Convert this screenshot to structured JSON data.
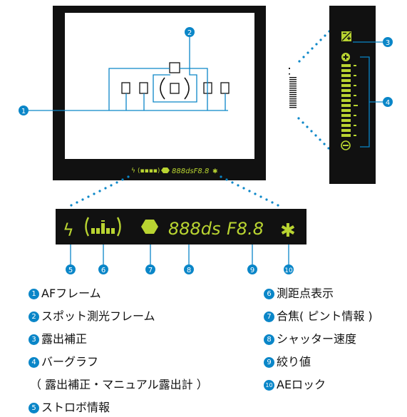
{
  "colors": {
    "callout": "#0a86c8",
    "lcd_green": "#b9d431",
    "frame": "#111111",
    "viewfinder": "#ffffff"
  },
  "icons": [
    "flash-icon",
    "af-point-icon",
    "focus-confirm-icon",
    "ae-lock-icon",
    "exposure-comp-icon",
    "plus-icon",
    "minus-icon"
  ],
  "lcd": {
    "small_readout": "888dsF8.8",
    "digits": "888ds",
    "aperture": "F8.8",
    "ae_lock": "✱",
    "plus": "+",
    "minus": "−"
  },
  "callout_numbers": [
    "1",
    "2",
    "3",
    "4",
    "5",
    "6",
    "7",
    "8",
    "9",
    "10"
  ],
  "legend": [
    {
      "num": "1",
      "label": "AFフレーム"
    },
    {
      "num": "2",
      "label": "スポット測光フレーム"
    },
    {
      "num": "3",
      "label": "露出補正"
    },
    {
      "num": "4",
      "label": "バーグラフ",
      "continuation": "（ 露出補正・マニュアル露出計 ）"
    },
    {
      "num": "5",
      "label": "ストロボ情報"
    },
    {
      "num": "6",
      "label": "測距点表示"
    },
    {
      "num": "7",
      "label": "合焦( ピント情報 )"
    },
    {
      "num": "8",
      "label": "シャッター速度"
    },
    {
      "num": "9",
      "label": "絞り値"
    },
    {
      "num": "10",
      "label": "AEロック"
    }
  ]
}
